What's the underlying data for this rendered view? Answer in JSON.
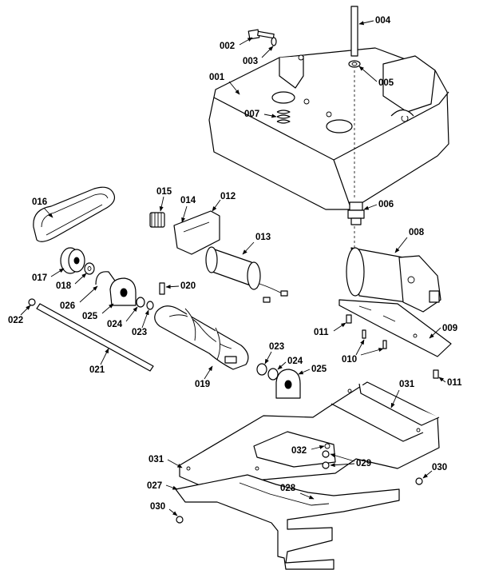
{
  "callouts": {
    "c001": "001",
    "c002": "002",
    "c003": "003",
    "c004": "004",
    "c005": "005",
    "c006": "006",
    "c007": "007",
    "c008": "008",
    "c009": "009",
    "c010": "010",
    "c011a": "011",
    "c011b": "011",
    "c012": "012",
    "c013": "013",
    "c014": "014",
    "c015": "015",
    "c016": "016",
    "c017": "017",
    "c018": "018",
    "c019": "019",
    "c020": "020",
    "c021": "021",
    "c022": "022",
    "c023a": "023",
    "c023b": "023",
    "c024a": "024",
    "c024b": "024",
    "c025a": "025",
    "c025b": "025",
    "c026": "026",
    "c027": "027",
    "c028": "028",
    "c029": "029",
    "c030a": "030",
    "c030b": "030",
    "c031a": "031",
    "c031b": "031",
    "c032": "032"
  }
}
